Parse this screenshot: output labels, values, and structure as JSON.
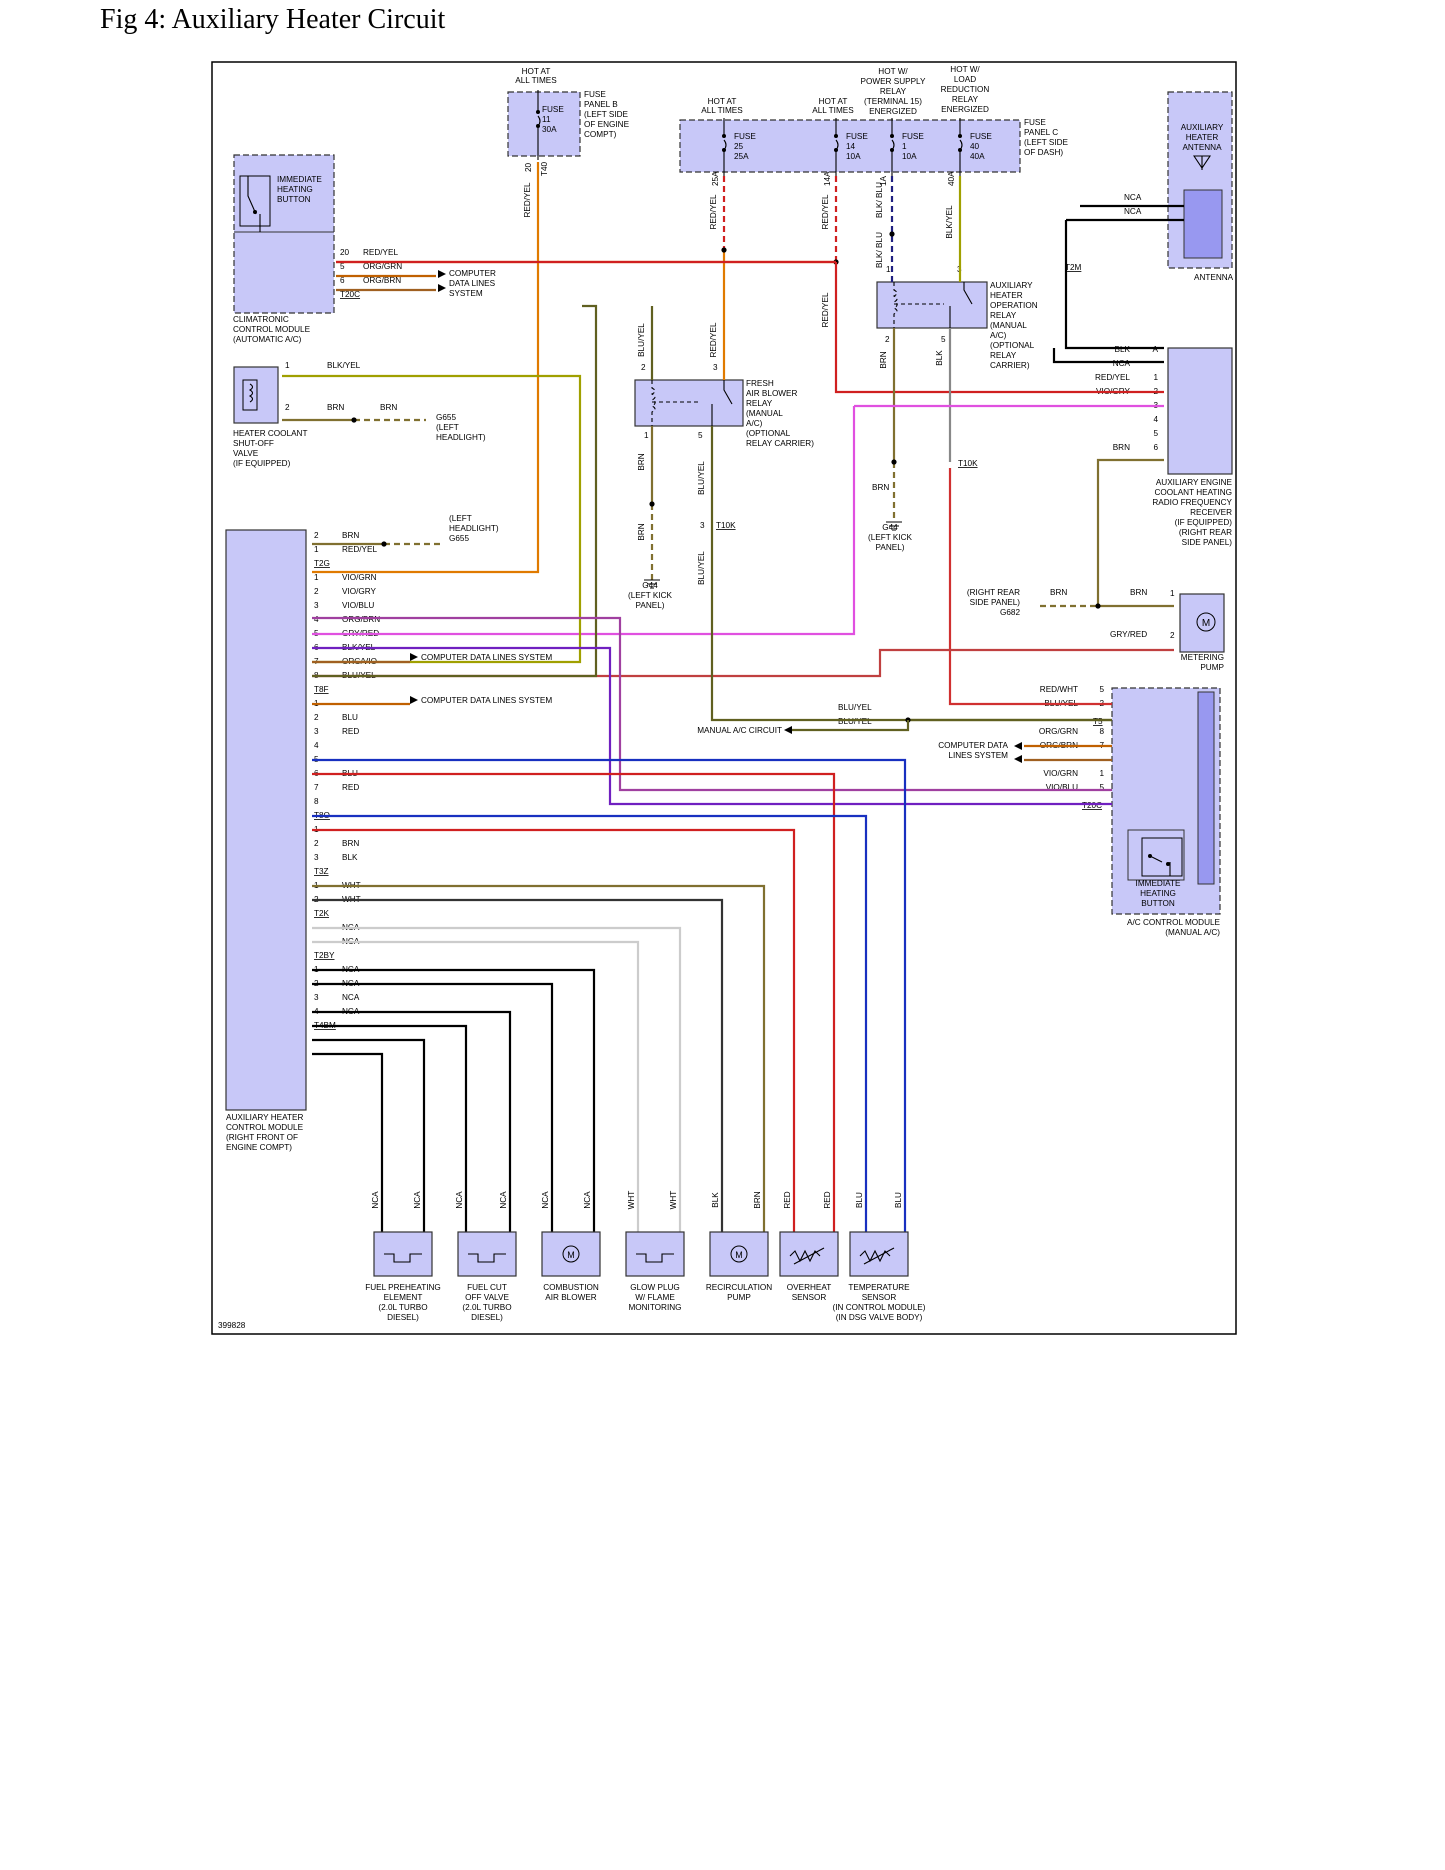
{
  "title": "Fig 4: Auxiliary Heater Circuit",
  "diagram_id": "399828",
  "colors": {
    "RED_YEL": "#e07a00",
    "ORG_GRN": "#c06000",
    "ORG_BRN": "#a06020",
    "BLK_YEL": "#a0a000",
    "BRN": "#807030",
    "BLU_YEL": "#606020",
    "RED": "#d02020",
    "BLU": "#1830c0",
    "VIO_GRN": "#a040a0",
    "VIO_GRY": "#e050e0",
    "VIO_BLU": "#7020c0",
    "BLK": "#000000",
    "WHT": "#cccccc",
    "GRY_RED": "#c04040",
    "RED_WHT": "#d03030",
    "BLK_BLU": "#202080",
    "component_fill": "#c8c8f8"
  },
  "sources": [
    {
      "text": [
        "HOT AT",
        "ALL TIMES"
      ]
    },
    {
      "text": [
        "HOT AT",
        "ALL TIMES"
      ]
    },
    {
      "text": [
        "HOT AT",
        "ALL TIMES"
      ]
    },
    {
      "text": [
        "HOT W/",
        "POWER SUPPLY",
        "RELAY",
        "(TERMINAL 15)",
        "ENERGIZED"
      ]
    },
    {
      "text": [
        "HOT W/",
        "LOAD",
        "REDUCTION",
        "RELAY",
        "ENERGIZED"
      ]
    }
  ],
  "fuse_panel_b": {
    "label": [
      "FUSE",
      "PANEL B",
      "(LEFT SIDE",
      "OF ENGINE",
      "COMPT)"
    ],
    "fuse": [
      "FUSE",
      "11",
      "30A"
    ],
    "pin": "20",
    "conn": "T40"
  },
  "fuse_panel_c": {
    "label": [
      "FUSE",
      "PANEL C",
      "(LEFT SIDE",
      "OF DASH)"
    ],
    "fuses": [
      {
        "text": [
          "FUSE",
          "25",
          "25A"
        ],
        "pin": "25A"
      },
      {
        "text": [
          "FUSE",
          "14",
          "10A"
        ],
        "pin": "14A"
      },
      {
        "text": [
          "FUSE",
          "1",
          "10A"
        ],
        "pin": "1A"
      },
      {
        "text": [
          "FUSE",
          "40",
          "40A"
        ],
        "pin": "40A"
      }
    ]
  },
  "components": {
    "immediate_heating_button": [
      "IMMEDIATE",
      "HEATING",
      "BUTTON"
    ],
    "climatronic": [
      "CLIMATRONIC",
      "CONTROL MODULE",
      "(AUTOMATIC A/C)"
    ],
    "climatronic_pins": [
      {
        "pin": "20",
        "wire": "RED/YEL"
      },
      {
        "pin": "5",
        "wire": "ORG/GRN"
      },
      {
        "pin": "6",
        "wire": "ORG/BRN"
      }
    ],
    "climatronic_conn": "T20C",
    "computer_data_lines": [
      "COMPUTER",
      "DATA LINES",
      "SYSTEM"
    ],
    "heater_coolant_valve": [
      "HEATER COOLANT",
      "SHUT-OFF",
      "VALVE",
      "(IF EQUIPPED)"
    ],
    "g655_top": [
      "G655",
      "(LEFT",
      "HEADLIGHT)"
    ],
    "g655_mid": [
      "(LEFT",
      "HEADLIGHT)",
      "G655"
    ],
    "fresh_air_relay": [
      "FRESH",
      "AIR BLOWER",
      "RELAY",
      "(MANUAL",
      "A/C)",
      "(OPTIONAL",
      "RELAY CARRIER)"
    ],
    "aux_heater_relay": [
      "AUXILIARY",
      "HEATER",
      "OPERATION",
      "RELAY",
      "(MANUAL",
      "A/C)",
      "(OPTIONAL",
      "RELAY",
      "CARRIER)"
    ],
    "g44_a": [
      "G44",
      "(LEFT KICK",
      "PANEL)"
    ],
    "g44_b": [
      "G44",
      "(LEFT KICK",
      "PANEL)"
    ],
    "antenna": [
      "AUXILIARY",
      "HEATER",
      "ANTENNA"
    ],
    "antenna_label": "ANTENNA",
    "receiver": [
      "AUXILIARY ENGINE",
      "COOLANT HEATING",
      "RADIO FREQUENCY",
      "RECEIVER",
      "(IF EQUIPPED)",
      "(RIGHT REAR",
      "SIDE PANEL)"
    ],
    "receiver_pins": [
      {
        "pin": "A",
        "wire": "BLK"
      },
      {
        "pin": "",
        "wire": "NCA"
      },
      {
        "pin": "1",
        "wire": "RED/YEL"
      },
      {
        "pin": "2",
        "wire": "VIO/GRY"
      },
      {
        "pin": "3",
        "wire": ""
      },
      {
        "pin": "4",
        "wire": ""
      },
      {
        "pin": "5",
        "wire": ""
      },
      {
        "pin": "6",
        "wire": "BRN"
      }
    ],
    "g682": [
      "(RIGHT REAR",
      "SIDE PANEL)",
      "G682"
    ],
    "metering_pump": [
      "METERING",
      "PUMP"
    ],
    "ac_module": [
      "A/C CONTROL MODULE",
      "(MANUAL A/C)"
    ],
    "ac_button": [
      "IMMEDIATE",
      "HEATING",
      "BUTTON"
    ],
    "ac_pins": [
      {
        "pin": "5",
        "wire": "RED/WHT"
      },
      {
        "pin": "2",
        "wire": "BLU/YEL"
      },
      {
        "pin": "",
        "wire": ""
      },
      {
        "pin": "8",
        "wire": "ORG/GRN"
      },
      {
        "pin": "7",
        "wire": "ORG/BRN"
      },
      {
        "pin": "1",
        "wire": "VIO/GRN"
      },
      {
        "pin": "5",
        "wire": "VIO/BLU"
      }
    ],
    "ac_conn_t5": "T5",
    "ac_conn_t20c": "T20C",
    "computer_data_lines_ac": [
      "COMPUTER DATA",
      "LINES SYSTEM"
    ],
    "manual_ac_circuit": "MANUAL A/C CIRCUIT",
    "aux_heater_module": [
      "AUXILIARY HEATER",
      "CONTROL MODULE",
      "(RIGHT FRONT OF",
      "ENGINE COMPT)"
    ]
  },
  "main_module_pins": [
    {
      "pin": "2",
      "wire": "BRN"
    },
    {
      "pin": "1",
      "wire": "RED/YEL"
    },
    {
      "pin": "",
      "wire": "T2G"
    },
    {
      "pin": "1",
      "wire": "VIO/GRN"
    },
    {
      "pin": "2",
      "wire": "VIO/GRY"
    },
    {
      "pin": "3",
      "wire": "VIO/BLU"
    },
    {
      "pin": "4",
      "wire": "ORG/BRN"
    },
    {
      "pin": "5",
      "wire": "GRY/RED"
    },
    {
      "pin": "6",
      "wire": "BLK/YEL"
    },
    {
      "pin": "7",
      "wire": "ORG/VIO"
    },
    {
      "pin": "8",
      "wire": "BLU/YEL"
    },
    {
      "pin": "",
      "wire": "T8F"
    },
    {
      "pin": "1",
      "wire": ""
    },
    {
      "pin": "2",
      "wire": "BLU"
    },
    {
      "pin": "3",
      "wire": "RED"
    },
    {
      "pin": "4",
      "wire": ""
    },
    {
      "pin": "5",
      "wire": ""
    },
    {
      "pin": "6",
      "wire": "BLU"
    },
    {
      "pin": "7",
      "wire": "RED"
    },
    {
      "pin": "8",
      "wire": ""
    },
    {
      "pin": "",
      "wire": "T8O"
    },
    {
      "pin": "1",
      "wire": ""
    },
    {
      "pin": "2",
      "wire": "BRN"
    },
    {
      "pin": "3",
      "wire": "BLK"
    },
    {
      "pin": "",
      "wire": "T3Z"
    },
    {
      "pin": "1",
      "wire": "WHT"
    },
    {
      "pin": "2",
      "wire": "WHT"
    },
    {
      "pin": "",
      "wire": "T2K"
    },
    {
      "pin": "",
      "wire": "NCA"
    },
    {
      "pin": "",
      "wire": "NCA"
    },
    {
      "pin": "",
      "wire": "T2BY"
    },
    {
      "pin": "1",
      "wire": "NCA"
    },
    {
      "pin": "2",
      "wire": "NCA"
    },
    {
      "pin": "3",
      "wire": "NCA"
    },
    {
      "pin": "4",
      "wire": "NCA"
    },
    {
      "pin": "",
      "wire": "T4BM"
    }
  ],
  "computer_data_lines_system": "COMPUTER DATA LINES SYSTEM",
  "bottom_components": [
    {
      "name": [
        "FUEL PREHEATING",
        "ELEMENT",
        "(2.0L TURBO",
        "DIESEL)"
      ],
      "wires": [
        "NCA",
        "NCA"
      ]
    },
    {
      "name": [
        "FUEL CUT",
        "OFF VALVE",
        "(2.0L TURBO",
        "DIESEL)"
      ],
      "wires": [
        "NCA",
        "NCA"
      ]
    },
    {
      "name": [
        "COMBUSTION",
        "AIR BLOWER"
      ],
      "wires": [
        "NCA",
        "NCA"
      ]
    },
    {
      "name": [
        "GLOW PLUG",
        "W/ FLAME",
        "MONITORING"
      ],
      "wires": [
        "WHT",
        "WHT"
      ]
    },
    {
      "name": [
        "RECIRCULATION",
        "PUMP"
      ],
      "wires": [
        "BLK",
        "BRN"
      ]
    },
    {
      "name": [
        "OVERHEAT",
        "SENSOR"
      ],
      "wires": [
        "RED",
        "RED"
      ]
    },
    {
      "name": [
        "TEMPERATURE",
        "SENSOR",
        "(IN CONTROL MODULE)",
        "(IN DSG VALVE BODY)"
      ],
      "wires": [
        "BLU",
        "BLU"
      ]
    }
  ],
  "misc_labels": {
    "blk_yel": "BLK/YEL",
    "brn": "BRN",
    "red_yel": "RED/YEL",
    "blu_yel": "BLU/YEL",
    "blk_blu": "BLK/ BLU",
    "blk": "BLK",
    "nca": "NCA",
    "t2m": "T2M",
    "t10k": "T10K",
    "gry_red": "GRY/RED",
    "vio_gry": "VIO/GRY"
  }
}
